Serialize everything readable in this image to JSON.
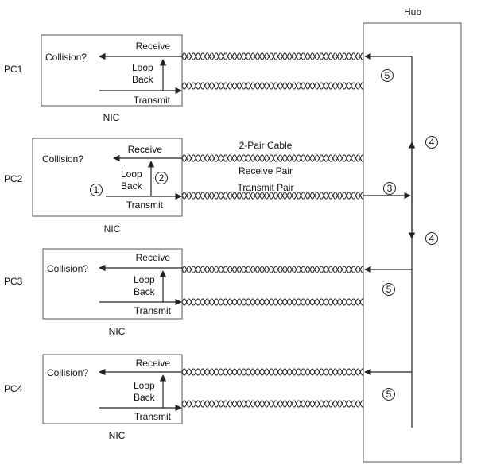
{
  "hub": {
    "label": "Hub"
  },
  "pcs": [
    {
      "name": "PC1",
      "collision": "Collision?",
      "receive": "Receive",
      "loopback": [
        "Loop",
        "Back"
      ],
      "transmit": "Transmit",
      "nic": "NIC"
    },
    {
      "name": "PC2",
      "collision": "Collision?",
      "receive": "Receive",
      "loopback": [
        "Loop",
        "Back"
      ],
      "transmit": "Transmit",
      "nic": "NIC"
    },
    {
      "name": "PC3",
      "collision": "Collision?",
      "receive": "Receive",
      "loopback": [
        "Loop",
        "Back"
      ],
      "transmit": "Transmit",
      "nic": "NIC"
    },
    {
      "name": "PC4",
      "collision": "Collision?",
      "receive": "Receive",
      "loopback": [
        "Loop",
        "Back"
      ],
      "transmit": "Transmit",
      "nic": "NIC"
    }
  ],
  "cable": {
    "name": "2-Pair Cable",
    "receive_pair": "Receive Pair",
    "transmit_pair": "Transmit Pair"
  },
  "steps": {
    "one": "1",
    "two": "2",
    "three": "3",
    "four": "4",
    "five": "5"
  },
  "colors": {
    "line": "#222222",
    "box_border": "#555555",
    "background": "#ffffff"
  }
}
